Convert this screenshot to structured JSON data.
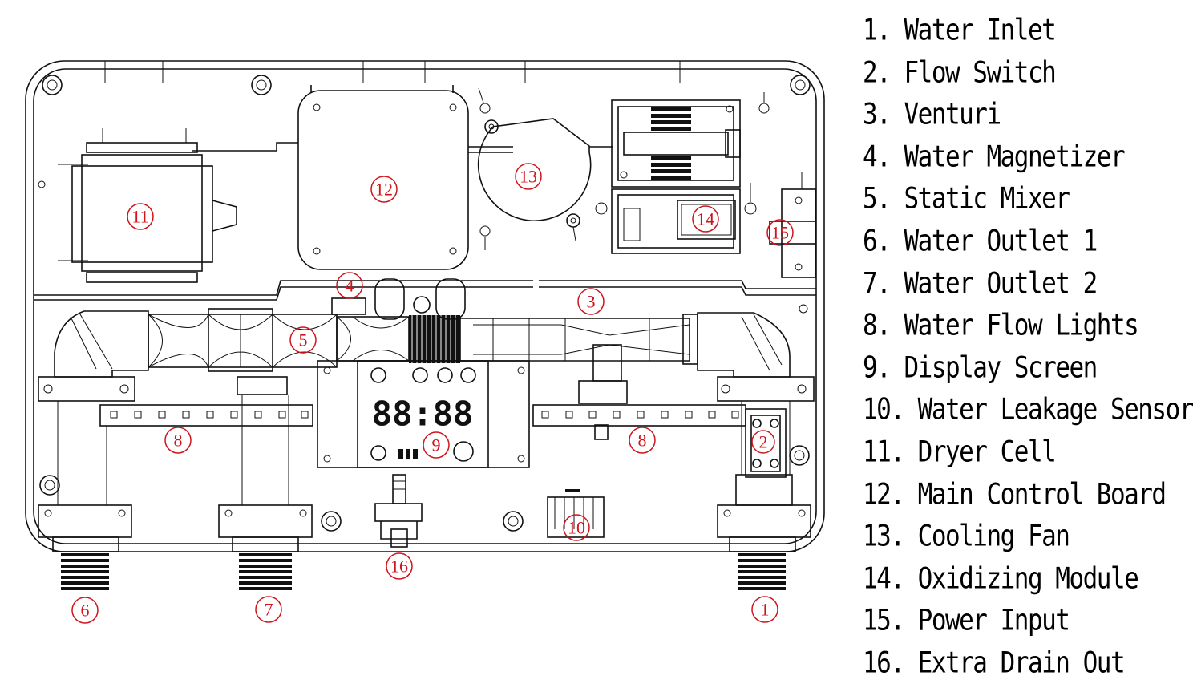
{
  "legend": [
    "1. Water Inlet",
    "2. Flow Switch",
    "3. Venturi",
    "4. Water Magnetizer",
    "5. Static Mixer",
    "6. Water Outlet 1",
    "7. Water Outlet 2",
    "8. Water Flow Lights",
    "9. Display Screen",
    "10. Water Leakage Sensor",
    "11. Dryer Cell",
    "12. Main Control Board",
    "13. Cooling Fan",
    "14. Oxidizing Module",
    "15. Power Input",
    "16. Extra Drain Out"
  ],
  "callouts": {
    "c1": "1",
    "c2": "2",
    "c3": "3",
    "c4": "4",
    "c5": "5",
    "c6": "6",
    "c7": "7",
    "c8a": "8",
    "c8b": "8",
    "c9": "9",
    "c10": "10",
    "c11": "11",
    "c12": "12",
    "c13": "13",
    "c14": "14",
    "c15": "15",
    "c16": "16"
  },
  "display": {
    "digits": "88:88"
  },
  "colors": {
    "callout": "#d0141c",
    "line": "#111111"
  }
}
